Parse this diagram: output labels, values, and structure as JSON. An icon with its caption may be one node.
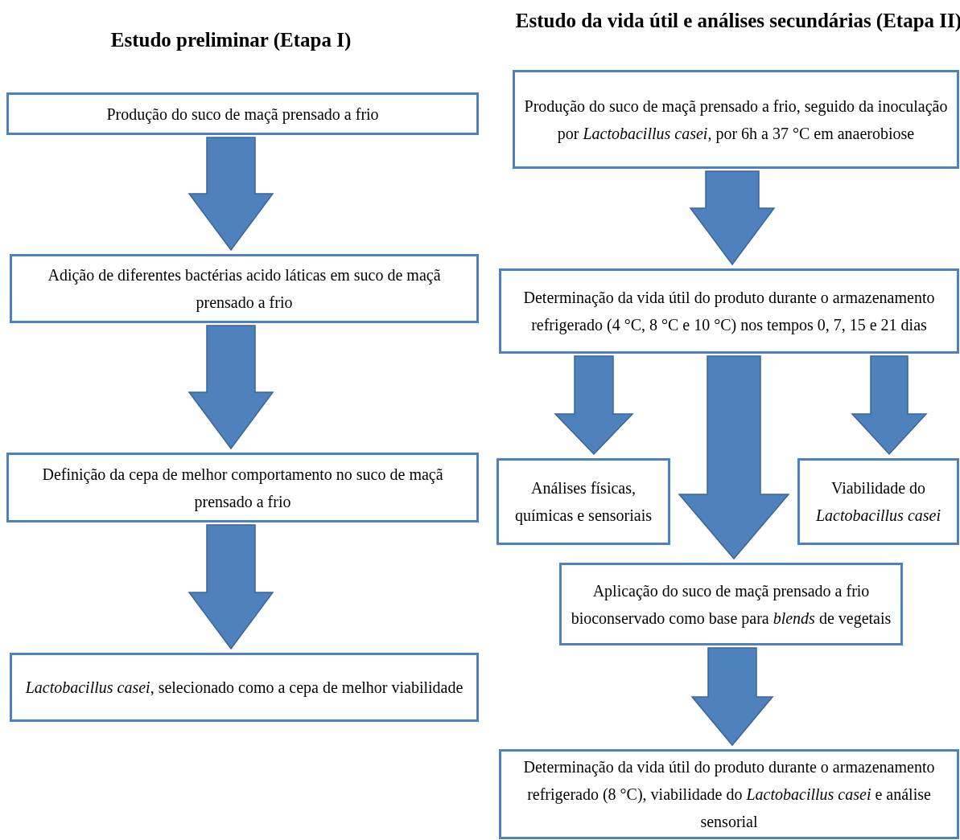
{
  "diagram": {
    "nodes": [
      {
        "text": [
          "Produção do suco de maçã prensado a frio"
        ]
      },
      {
        "text": [
          "Adição de diferentes bactérias acido láticas em suco de maçã prensado a frio"
        ]
      },
      {
        "text": [
          "Definição da cepa de melhor comportamento no suco de maçã prensado a frio"
        ]
      },
      {
        "text": [
          "*Lactobacillus casei*, selecionado como a cepa de melhor viabilidade"
        ]
      },
      {
        "text": [
          "Produção do suco de maçã prensado a frio, seguido da inoculação por *Lactobacillus casei*, por 6h a 37 °C em anaerobiose"
        ]
      },
      {
        "text": [
          "Determinação da vida útil do produto durante o armazenamento refrigerado (4 °C, 8 °C e 10 °C) nos tempos 0, 7, 15 e 21 dias"
        ]
      },
      {
        "text": [
          "Análises físicas, químicas e sensoriais"
        ]
      },
      {
        "text": [
          "Viabilidade do *Lactobacillus casei*"
        ]
      },
      {
        "text": [
          "Aplicação do suco de maçã prensado a frio bioconservado como base para *blends* de vegetais"
        ]
      },
      {
        "text": [
          "Determinação da vida útil do produto durante o armazenamento refrigerado (8 °C), viabilidade do *Lactobacillus casei* e análise sensorial"
        ]
      }
    ],
    "edges": [
      {
        "from": 0,
        "to": 1,
        "arrow": "to"
      },
      {
        "from": 1,
        "to": 2,
        "arrow": "to"
      },
      {
        "from": 2,
        "to": 3,
        "arrow": "to"
      },
      {
        "from": 4,
        "to": 5,
        "arrow": "to"
      },
      {
        "from": 5,
        "to": 6,
        "arrow": "to"
      },
      {
        "from": 5,
        "to": 8,
        "arrow": "to"
      },
      {
        "from": 5,
        "to": 7,
        "arrow": "to"
      },
      {
        "from": 8,
        "to": 9,
        "arrow": "to"
      }
    ],
    "labels": [
      "Estudo preliminar (Etapa I)",
      "Estudo da vida útil e análises secundárias (Etapa II)"
    ]
  }
}
